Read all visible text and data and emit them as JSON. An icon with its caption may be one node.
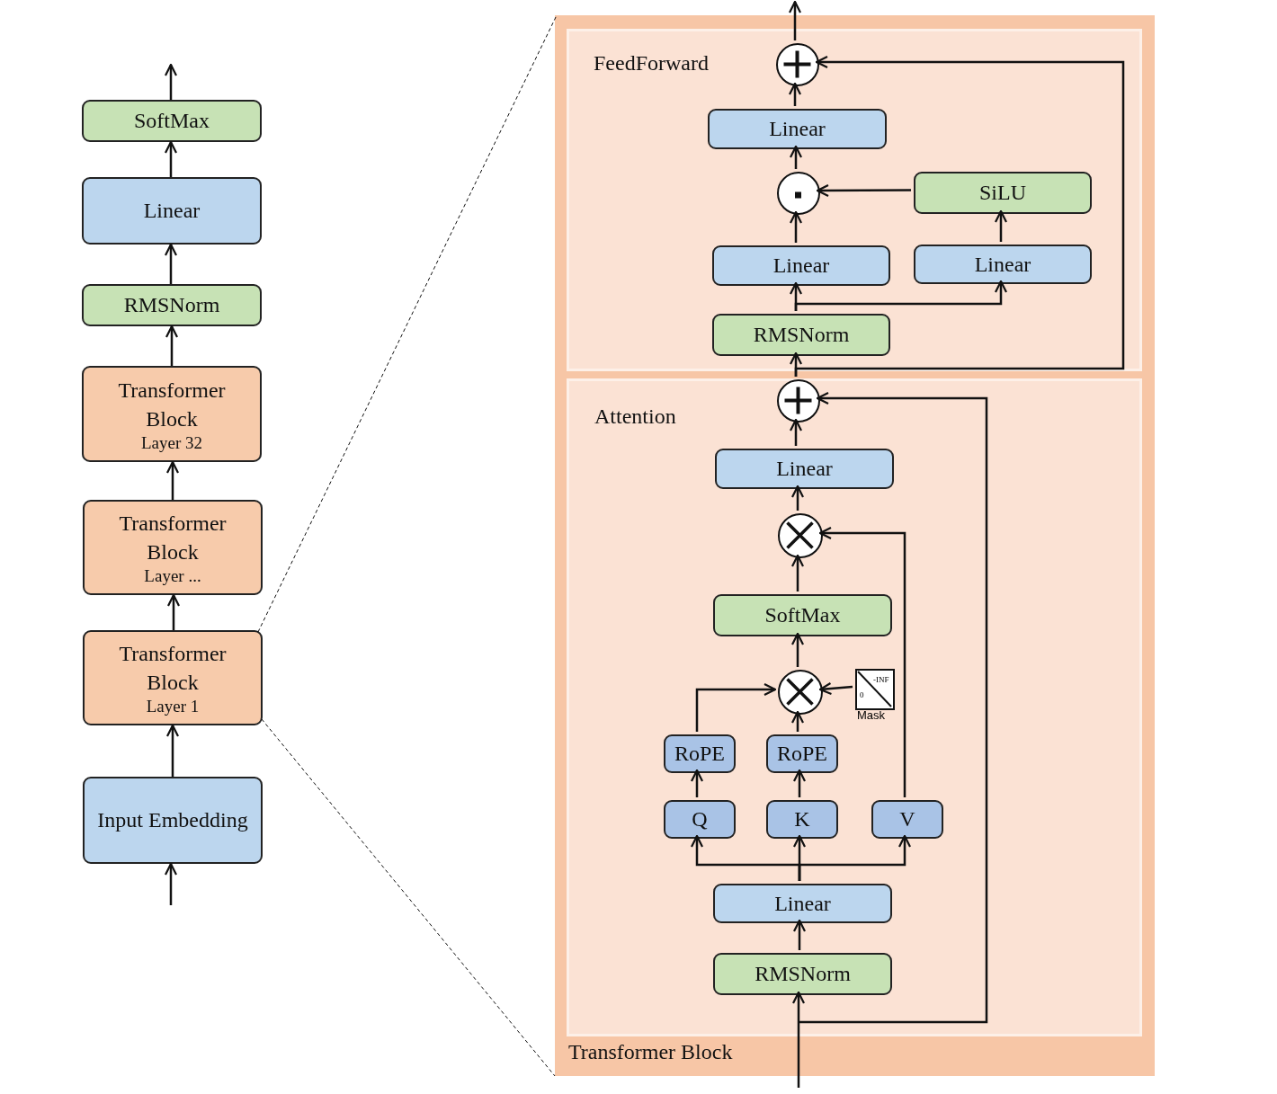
{
  "diagram": {
    "nodes": [
      {
        "text": [
          "SoftMax"
        ]
      },
      {
        "text": [
          "Linear"
        ]
      },
      {
        "text": [
          "RMSNorm"
        ]
      },
      {
        "text": [
          "Transformer Block",
          "Layer 32"
        ]
      },
      {
        "text": [
          "Transformer Block",
          "Layer ..."
        ]
      },
      {
        "text": [
          "Transformer Block",
          "Layer 1"
        ]
      },
      {
        "text": [
          "Input Embedding"
        ]
      },
      {
        "text": [
          "Transformer Block"
        ]
      },
      {
        "text": [
          "FeedForward"
        ],
        "in": 7
      },
      {
        "text": [
          "Attention"
        ],
        "in": 7
      },
      {
        "text": [],
        "shape": "circle",
        "in": 8
      },
      {
        "text": [
          "Linear"
        ],
        "in": 8
      },
      {
        "text": [],
        "shape": "circle",
        "in": 8
      },
      {
        "text": [
          "SiLU"
        ],
        "in": 8
      },
      {
        "text": [
          "Linear"
        ],
        "in": 8
      },
      {
        "text": [
          "Linear"
        ],
        "in": 8
      },
      {
        "text": [
          "RMSNorm"
        ],
        "in": 8
      },
      {
        "text": [],
        "shape": "circle",
        "in": 9
      },
      {
        "text": [
          "Linear"
        ],
        "in": 9
      },
      {
        "text": [],
        "shape": "circle",
        "in": 9
      },
      {
        "text": [
          "SoftMax"
        ],
        "in": 9
      },
      {
        "text": [],
        "shape": "circle",
        "in": 9
      },
      {
        "text": [
          "-INF",
          "0"
        ],
        "beside": [
          "Mask"
        ],
        "in": 9
      },
      {
        "text": [
          "RoPE"
        ],
        "in": 9
      },
      {
        "text": [
          "RoPE"
        ],
        "in": 9
      },
      {
        "text": [
          "Q"
        ],
        "in": 9
      },
      {
        "text": [
          "K"
        ],
        "in": 9
      },
      {
        "text": [
          "V"
        ],
        "in": 9
      },
      {
        "text": [
          "Linear"
        ],
        "in": 9
      },
      {
        "text": [
          "RMSNorm"
        ],
        "in": 9
      }
    ],
    "edges": [
      {
        "from": null,
        "to": 6,
        "arrow": "to"
      },
      {
        "from": 6,
        "to": 5,
        "arrow": "to"
      },
      {
        "from": 5,
        "to": 4,
        "arrow": "to"
      },
      {
        "from": 4,
        "to": 3,
        "arrow": "to"
      },
      {
        "from": 3,
        "to": 2,
        "arrow": "to"
      },
      {
        "from": 2,
        "to": 1,
        "arrow": "to"
      },
      {
        "from": 1,
        "to": 0,
        "arrow": "to"
      },
      {
        "from": 0,
        "to": null,
        "arrow": "to"
      },
      {
        "from": 5,
        "to": 7,
        "arrow": "none",
        "style": "dashed"
      },
      {
        "from": 5,
        "to": 7,
        "arrow": "none",
        "style": "dashed"
      },
      {
        "from": null,
        "to": 29,
        "arrow": "to"
      },
      {
        "from": null,
        "to": 17,
        "arrow": "to"
      },
      {
        "from": 29,
        "to": 28,
        "arrow": "to"
      },
      {
        "from": 28,
        "to": 25,
        "arrow": "to"
      },
      {
        "from": 28,
        "to": 26,
        "arrow": "to"
      },
      {
        "from": 28,
        "to": 27,
        "arrow": "to"
      },
      {
        "from": 25,
        "to": 23,
        "arrow": "to"
      },
      {
        "from": 26,
        "to": 24,
        "arrow": "to"
      },
      {
        "from": 23,
        "to": 21,
        "arrow": "to"
      },
      {
        "from": 24,
        "to": 21,
        "arrow": "to"
      },
      {
        "from": 22,
        "to": 21,
        "arrow": "to"
      },
      {
        "from": 27,
        "to": 19,
        "arrow": "to"
      },
      {
        "from": 21,
        "to": 20,
        "arrow": "to"
      },
      {
        "from": 20,
        "to": 19,
        "arrow": "to"
      },
      {
        "from": 19,
        "to": 18,
        "arrow": "to"
      },
      {
        "from": 18,
        "to": 17,
        "arrow": "to"
      },
      {
        "from": 17,
        "to": 16,
        "arrow": "to"
      },
      {
        "from": 17,
        "to": 10,
        "arrow": "to"
      },
      {
        "from": 16,
        "to": 14,
        "arrow": "to"
      },
      {
        "from": 16,
        "to": 15,
        "arrow": "to"
      },
      {
        "from": 14,
        "to": 12,
        "arrow": "to"
      },
      {
        "from": 15,
        "to": 13,
        "arrow": "to"
      },
      {
        "from": 13,
        "to": 12,
        "arrow": "to"
      },
      {
        "from": 12,
        "to": 11,
        "arrow": "to"
      },
      {
        "from": 11,
        "to": 10,
        "arrow": "to"
      },
      {
        "from": 10,
        "to": null,
        "arrow": "to"
      }
    ]
  }
}
